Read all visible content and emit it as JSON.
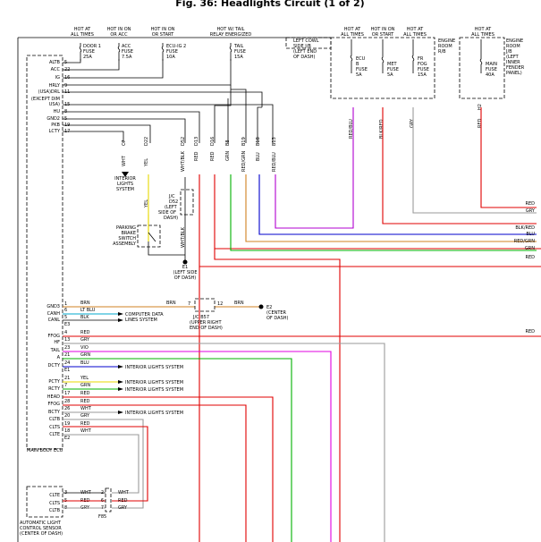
{
  "title": "Fig. 36: Headlights Circuit (1 of 2)",
  "power_headers": [
    {
      "id": "hot-all-times-1",
      "lines": [
        "HOT AT",
        "ALL TIMES"
      ],
      "fuse": [
        "DOOR 1",
        "FUSE",
        "25A"
      ]
    },
    {
      "id": "hot-in-on-acc",
      "lines": [
        "HOT IN ON",
        "OR ACC"
      ],
      "fuse": [
        "ACC",
        "FUSE",
        "7.5A"
      ]
    },
    {
      "id": "hot-in-on-start-1",
      "lines": [
        "HOT IN ON",
        "OR START"
      ],
      "fuse": [
        "ECU-IG 2",
        "FUSE",
        "10A"
      ]
    },
    {
      "id": "hot-w-tail-relay",
      "lines": [
        "HOT W/ TAIL",
        "RELAY ENERGIZED"
      ],
      "fuse": [
        "TAIL",
        "FUSE",
        "15A"
      ]
    },
    {
      "id": "hot-all-times-2",
      "lines": [
        "HOT AT",
        "ALL TIMES"
      ],
      "fuse": [
        "ECU",
        "B",
        "FUSE",
        "5A"
      ]
    },
    {
      "id": "hot-in-on-start-2",
      "lines": [
        "HOT IN ON",
        "OR START"
      ],
      "fuse": [
        "MET",
        "FUSE",
        "5A"
      ]
    },
    {
      "id": "hot-all-times-3",
      "lines": [
        "HOT AT",
        "ALL TIMES"
      ],
      "fuse": [
        "FR",
        "FOG",
        "FUSE",
        "15A"
      ]
    },
    {
      "id": "hot-all-times-4",
      "lines": [
        "HOT AT",
        "ALL TIMES"
      ],
      "fuse": [
        "MAIN",
        "FUSE",
        "40A"
      ]
    }
  ],
  "junction_labels": {
    "cowl": [
      "LEFT COWL",
      "SIDE J/B",
      "(LEFT END",
      "OF DASH)"
    ],
    "engine_room": [
      "ENGINE",
      "ROOM",
      "R/B"
    ],
    "engine_room_jb": [
      "ENGINE",
      "ROOM",
      "J/B",
      "(LEFT",
      "INNER",
      "FENDER",
      "PANEL)"
    ]
  },
  "ecu_pins_upper": [
    {
      "name": "ALTB",
      "pin": "5"
    },
    {
      "name": "ACC",
      "pin": "22"
    },
    {
      "name": "IG",
      "pin": "16"
    },
    {
      "name": "HRLY",
      "pin": "9"
    },
    {
      "name": "(USA)DRL",
      "pin": "11"
    },
    {
      "name": "(EXCEPT DIM",
      "pin": ""
    },
    {
      "name": "USA)",
      "pin": "15"
    },
    {
      "name": "HU",
      "pin": "8"
    },
    {
      "name": "GND2",
      "pin": "5"
    },
    {
      "name": "PKB",
      "pin": "19"
    },
    {
      "name": "LCTY",
      "pin": "17"
    }
  ],
  "ecu_pins_lower": [
    {
      "name": "GND3",
      "pin": "1",
      "wire": "BRN"
    },
    {
      "name": "CANH",
      "pin": "6",
      "wire": "LT BLU"
    },
    {
      "name": "CANL",
      "pin": "5",
      "wire": "BLK"
    },
    {
      "name": "",
      "pin": "E3",
      "wire": ""
    },
    {
      "name": "FFOG",
      "pin": "4",
      "wire": "RED"
    },
    {
      "name": "HF",
      "pin": "13",
      "wire": "GRY"
    },
    {
      "name": "TAIL",
      "pin": "23",
      "wire": "VIO"
    },
    {
      "name": "A",
      "pin": "21",
      "wire": "GRN"
    },
    {
      "name": "DCTY",
      "pin": "24",
      "wire": "BLU"
    },
    {
      "name": "",
      "pin": "E1",
      "wire": ""
    },
    {
      "name": "PCTY",
      "pin": "21",
      "wire": "YEL"
    },
    {
      "name": "RCTY",
      "pin": "7",
      "wire": "GRN"
    },
    {
      "name": "HEAD",
      "pin": "17",
      "wire": "RED"
    },
    {
      "name": "FFOG",
      "pin": "28",
      "wire": "RED"
    },
    {
      "name": "BCTY",
      "pin": "26",
      "wire": "WHT"
    },
    {
      "name": "CLTB",
      "pin": "20",
      "wire": "GRY"
    },
    {
      "name": "CLTS",
      "pin": "19",
      "wire": "RED"
    },
    {
      "name": "CLTE",
      "pin": "18",
      "wire": "WHT"
    },
    {
      "name": "",
      "pin": "E2",
      "wire": ""
    }
  ],
  "ecu_label": "MAIN BODY ECU",
  "vertical_wires": [
    {
      "label": "WHT",
      "pin": "C7"
    },
    {
      "label": "YEL",
      "pin": "D22"
    },
    {
      "label": "WHT/BLK",
      "pin": "D52"
    },
    {
      "label": "RED",
      "pin": "D13"
    },
    {
      "label": "RED",
      "pin": "D16"
    },
    {
      "label": "GRN",
      "pin": "B8"
    },
    {
      "label": "RED/GRN",
      "pin": "B19"
    },
    {
      "label": "BLU",
      "pin": "B18"
    },
    {
      "label": "RED/BLU",
      "pin": "B13"
    }
  ],
  "fuse_wires": [
    {
      "label": "RED/BLU"
    },
    {
      "label": "BLK/RED"
    },
    {
      "label": "GRY"
    },
    {
      "label": "RED"
    }
  ],
  "interior_lights": [
    "INTERIOR",
    "LIGHTS",
    "SYSTEM"
  ],
  "jc_left": [
    "J/C",
    "D52",
    "(LEFT",
    "SIDE OF",
    "DASH)"
  ],
  "parking_brake": [
    "PARKING",
    "BRAKE",
    "SWITCH",
    "ASSEMBLY"
  ],
  "ground_e1": [
    "E1",
    "(LEFT SIDE",
    "OF DASH)"
  ],
  "ground_e2": [
    "E2",
    "(CENTER",
    "OF DASH)"
  ],
  "can_label": [
    "COMPUTER DATA",
    "LINES SYSTEM"
  ],
  "jc_b57": [
    "J/C B57",
    "(UPPER RIGHT",
    "END OF DASH)"
  ],
  "right_edge_wires": [
    "RED",
    "GRY",
    "BLK/RED",
    "BLU",
    "RED/GRN",
    "GRN",
    "RED"
  ],
  "right_edge_red": "RED",
  "interior_refs": [
    "INTERIOR LIGHTS SYSTEM",
    "INTERIOR LIGHTS SYSTEM",
    "INTERIOR LIGHTS SYSTEM",
    "INTERIOR LIGHTS SYSTEM"
  ],
  "sensor_pins": [
    {
      "name": "CLTE",
      "pin": "3",
      "wire": "WHT",
      "cpin": "2",
      "cwire": "WHT"
    },
    {
      "name": "CLTS",
      "pin": "5",
      "wire": "RED",
      "cpin": "6",
      "cwire": "RED"
    },
    {
      "name": "CLTB",
      "pin": "8",
      "wire": "GRY",
      "cpin": "7",
      "cwire": "GRY"
    }
  ],
  "sensor_connector": "F85",
  "sensor_label": [
    "AUTOMATIC LIGHT",
    "CONTROL SENSOR",
    "(CENTER OF DASH)"
  ],
  "colors": {
    "red": "#e00000",
    "yellow": "#e8d800",
    "purple": "#b000d0",
    "grey": "#9a9a9a",
    "orange": "#d08020",
    "green": "#00b000",
    "blue": "#0000cc",
    "cyan": "#00aacc",
    "magenta": "#e000e0",
    "brown": "#8b5a00"
  }
}
